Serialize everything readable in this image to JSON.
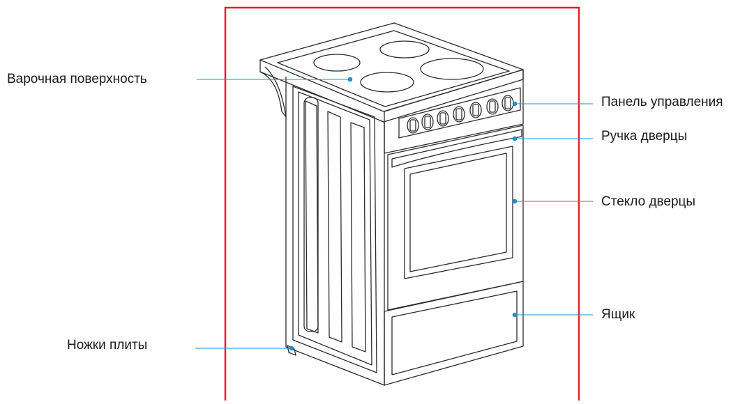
{
  "diagram": {
    "frame_color": "#e3212b",
    "leader_color": "#1f8fc8",
    "outline_color": "#2b2b2b",
    "labels": {
      "cooktop": "Варочная поверхность",
      "control_panel": "Панель управления",
      "door_handle": "Ручка дверцы",
      "door_glass": "Стекло дверцы",
      "drawer": "Ящик",
      "legs": "Ножки плиты"
    }
  }
}
